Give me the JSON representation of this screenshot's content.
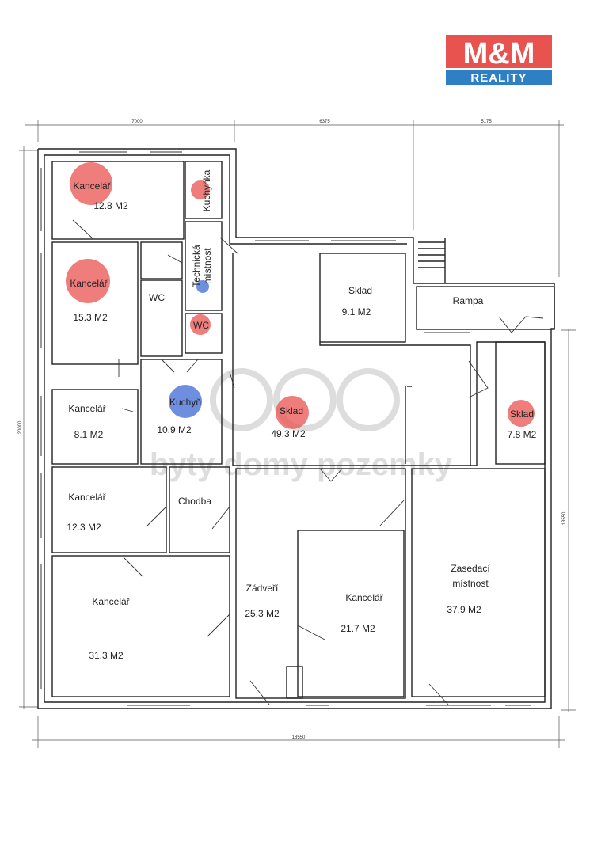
{
  "logo": {
    "brand": "M&M",
    "sub": "REALITY",
    "colors": {
      "red": "#e8524f",
      "blue": "#2f7fc4"
    }
  },
  "watermark": {
    "text": "byty domy pozemky"
  },
  "dimensions": {
    "top_left": "7000",
    "top_middle": "6375",
    "top_right": "5175",
    "left": "20000",
    "right": "13550",
    "bottom": "18550"
  },
  "rooms": {
    "kancelar_1": {
      "name": "Kancelář",
      "area": "12.8 M2"
    },
    "kuchynka": {
      "name": "Kuchyňka"
    },
    "technicka": {
      "line1": "Technická",
      "line2": "místnost"
    },
    "kancelar_2": {
      "name": "Kancelář",
      "area": "15.3 M2"
    },
    "wc_1": {
      "name": "WC"
    },
    "wc_2": {
      "name": "WC"
    },
    "kancelar_3": {
      "name": "Kancelář",
      "area": "8.1 M2"
    },
    "kuchyn": {
      "name": "Kuchyň",
      "area": "10.9 M2"
    },
    "sklad_small": {
      "name": "Sklad",
      "area": "9.1 M2"
    },
    "rampa": {
      "name": "Rampa"
    },
    "sklad_main": {
      "name": "Sklad",
      "area": "49.3 M2"
    },
    "sklad_right": {
      "name": "Sklad",
      "area": "7.8 M2"
    },
    "kancelar_4": {
      "name": "Kancelář",
      "area": "12.3 M2"
    },
    "chodba": {
      "name": "Chodba"
    },
    "kancelar_5": {
      "name": "Kancelář",
      "area": "31.3 M2"
    },
    "zadveri": {
      "name": "Zádveří",
      "area": "25.3 M2"
    },
    "kancelar_6": {
      "name": "Kancelář",
      "area": "21.7 M2"
    },
    "zasedaci": {
      "line1": "Zasedací",
      "line2": "místnost",
      "area": "37.9 M2"
    }
  },
  "markers": {
    "red": "#e8524f",
    "blue": "#4a72d8"
  }
}
